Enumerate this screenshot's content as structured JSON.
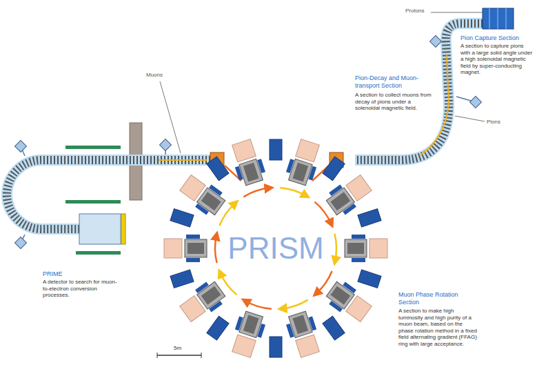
{
  "diagram": {
    "labels": [
      "Protons",
      "Pion Capture Section",
      "A section to capture pions with a large solid angle under a high solenoidal magnetic field by super-conducting magnet.",
      "Pion-Decay and Muon-transport Section",
      "A section to collect muons from decay of pions under a solenoidal magnetic field.",
      "Pions",
      "Muons",
      "PRISM",
      "PRIME",
      "A detector to search for muon-to-electron conversion processes.",
      "Muon Phase Rotation Section",
      "A section to make high luminosity and high purity of a muon beam, based on the phase rotation method in a fixed field alternating gradient (FFAG) ring with large acceptance.",
      "5m"
    ]
  }
}
